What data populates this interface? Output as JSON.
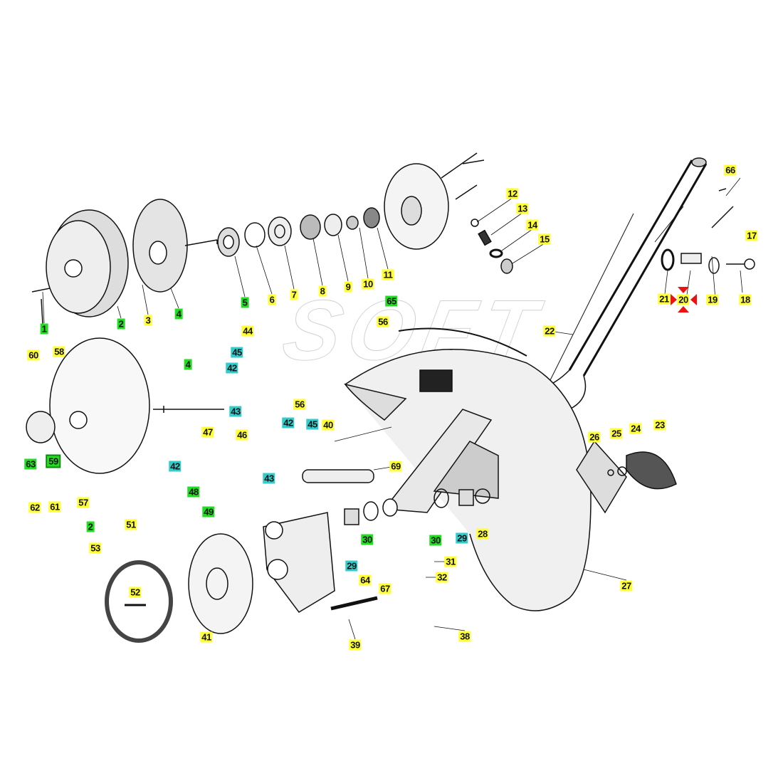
{
  "watermark": "SOFT",
  "colors": {
    "yellow": "#ffff33",
    "green": "#22dd22",
    "cyan": "#33cccc",
    "marker": "#ee1111"
  },
  "labels": [
    "1",
    "2",
    "3",
    "4",
    "5",
    "6",
    "7",
    "8",
    "9",
    "10",
    "11",
    "12",
    "13",
    "14",
    "15",
    "66",
    "17",
    "18",
    "19",
    "20",
    "21",
    "22",
    "65",
    "56",
    "44",
    "45",
    "42",
    "43",
    "60",
    "58",
    "4",
    "63",
    "59",
    "62",
    "61",
    "57",
    "2",
    "47",
    "46",
    "42",
    "56",
    "42",
    "45",
    "40",
    "43",
    "69",
    "48",
    "49",
    "51",
    "53",
    "52",
    "41",
    "30",
    "29",
    "30",
    "29",
    "28",
    "31",
    "32",
    "64",
    "67",
    "38",
    "39",
    "27",
    "26",
    "25",
    "24",
    "23"
  ],
  "highlighted_part": "20"
}
